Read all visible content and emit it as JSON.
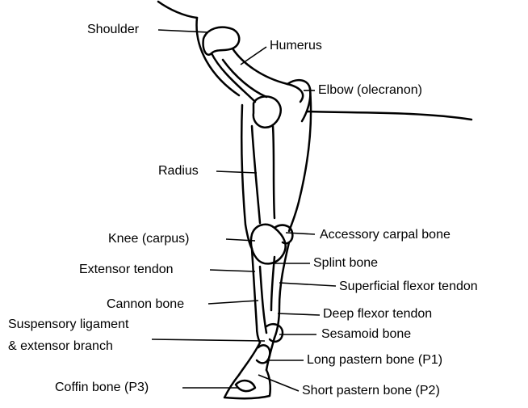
{
  "labels": {
    "shoulder": "Shoulder",
    "humerus": "Humerus",
    "elbow": "Elbow (olecranon)",
    "radius": "Radius",
    "knee": "Knee (carpus)",
    "accessory_carpal": "Accessory carpal bone",
    "extensor_tendon": "Extensor tendon",
    "splint_bone": "Splint bone",
    "superficial_flexor": "Superficial flexor tendon",
    "cannon_bone": "Cannon bone",
    "deep_flexor": "Deep flexor tendon",
    "suspensory_line1": "Suspensory ligament",
    "suspensory_line2": "& extensor branch",
    "sesamoid": "Sesamoid bone",
    "long_pastern": "Long pastern bone (P1)",
    "coffin_bone": "Coffin bone (P3)",
    "short_pastern": "Short pastern bone (P2)"
  }
}
